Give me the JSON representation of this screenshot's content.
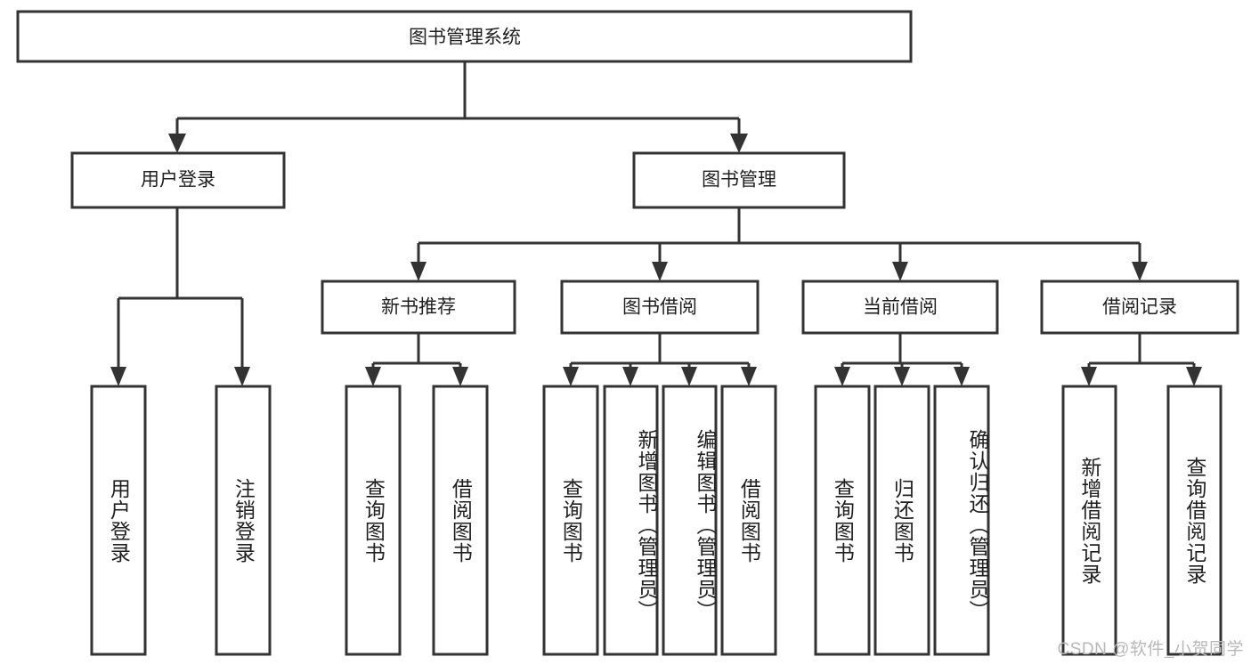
{
  "diagram": {
    "type": "tree-hierarchy",
    "title": "图书管理系统",
    "background_color": "#ffffff",
    "line_color": "#333333",
    "box_fill": "#ffffff",
    "nodes": {
      "root": {
        "label": "图书管理系统"
      },
      "level2": [
        {
          "id": "user-login",
          "label": "用户登录"
        },
        {
          "id": "book-management",
          "label": "图书管理"
        }
      ],
      "level3": [
        {
          "id": "new-book-recommend",
          "label": "新书推荐",
          "parent": "book-management"
        },
        {
          "id": "book-borrow",
          "label": "图书借阅",
          "parent": "book-management"
        },
        {
          "id": "current-borrow",
          "label": "当前借阅",
          "parent": "book-management"
        },
        {
          "id": "borrow-record",
          "label": "借阅记录",
          "parent": "book-management"
        }
      ],
      "leaves": {
        "user-login": [
          {
            "id": "leaf-user-login",
            "label": "用户登录"
          },
          {
            "id": "leaf-logout-login",
            "label": "注销登录"
          }
        ],
        "new-book-recommend": [
          {
            "id": "leaf-query-book-1",
            "label": "查询图书"
          },
          {
            "id": "leaf-borrow-book-1",
            "label": "借阅图书"
          }
        ],
        "book-borrow": [
          {
            "id": "leaf-query-book-2",
            "label": "查询图书"
          },
          {
            "id": "leaf-add-book",
            "label": "新增图书（管理员）"
          },
          {
            "id": "leaf-edit-book",
            "label": "编辑图书（管理员）"
          },
          {
            "id": "leaf-borrow-book-2",
            "label": "借阅图书"
          }
        ],
        "current-borrow": [
          {
            "id": "leaf-query-book-3",
            "label": "查询图书"
          },
          {
            "id": "leaf-return-book",
            "label": "归还图书"
          },
          {
            "id": "leaf-confirm-return",
            "label": "确认归还（管理员）"
          }
        ],
        "borrow-record": [
          {
            "id": "leaf-add-record",
            "label": "新增借阅记录"
          },
          {
            "id": "leaf-query-record",
            "label": "查询借阅记录"
          }
        ]
      }
    },
    "watermark": "CSDN @软件_小贺同学"
  }
}
